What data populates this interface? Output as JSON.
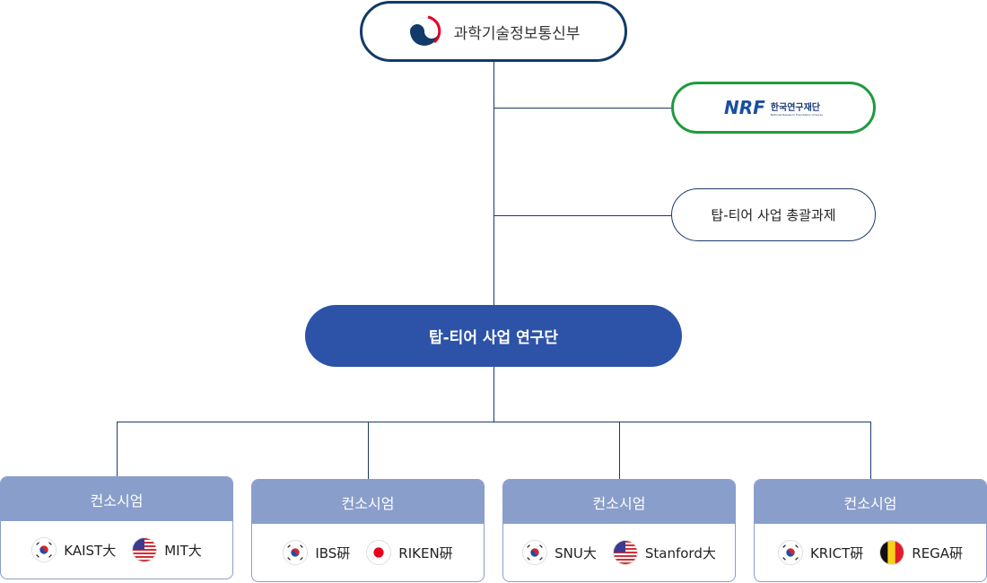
{
  "top_node": {
    "label": "과학기술정보통신부",
    "icon": "korea-government-emblem"
  },
  "nrf_node": {
    "logo_text": "NRF",
    "logo_kr": "한국연구재단",
    "logo_en": "National Research Foundation of Korea"
  },
  "total_node": {
    "label": "탑-티어 사업 총괄과제"
  },
  "main_node": {
    "label": "탑-티어 사업 연구단"
  },
  "colors": {
    "navy": "#123a6b",
    "green": "#1f9a3e",
    "main_blue": "#2d53a8",
    "card_header": "#8a9ecb"
  },
  "consortia": [
    {
      "title": "컨소시엄",
      "members": [
        {
          "name": "KAIST大",
          "flag": "korea"
        },
        {
          "name": "MIT大",
          "flag": "usa"
        }
      ]
    },
    {
      "title": "컨소시엄",
      "members": [
        {
          "name": "IBS硏",
          "flag": "korea"
        },
        {
          "name": "RIKEN硏",
          "flag": "japan"
        }
      ]
    },
    {
      "title": "컨소시엄",
      "members": [
        {
          "name": "SNU大",
          "flag": "korea"
        },
        {
          "name": "Stanford大",
          "flag": "usa"
        }
      ]
    },
    {
      "title": "컨소시엄",
      "members": [
        {
          "name": "KRICT硏",
          "flag": "korea"
        },
        {
          "name": "REGA硏",
          "flag": "belgium"
        }
      ]
    }
  ]
}
